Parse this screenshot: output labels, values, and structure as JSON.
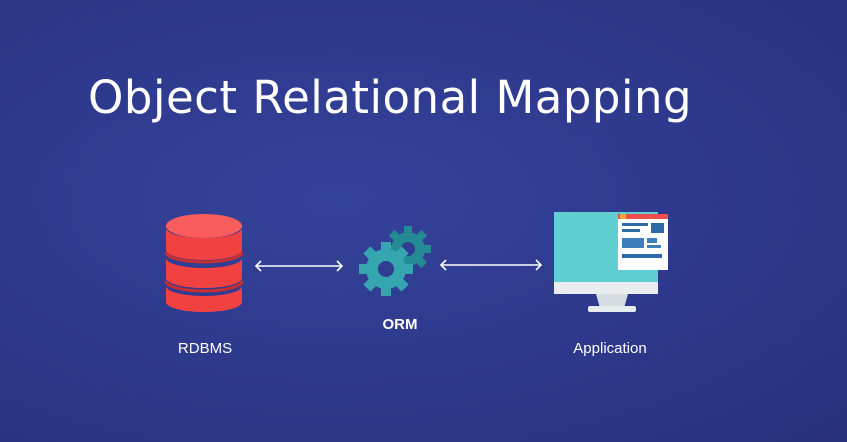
{
  "slide": {
    "title": "Object Relational Mapping"
  },
  "nodes": {
    "rdbms": {
      "label": "RDBMS",
      "icon": "database-icon",
      "color": "#f34141"
    },
    "orm": {
      "label": "ORM",
      "icon": "gears-icon",
      "color": "#2f9ba6"
    },
    "application": {
      "label": "Application",
      "icon": "monitor-icon",
      "color": "#58cdd0"
    }
  },
  "connectors": [
    {
      "from": "rdbms",
      "to": "orm",
      "direction": "both"
    },
    {
      "from": "orm",
      "to": "application",
      "direction": "both"
    }
  ]
}
